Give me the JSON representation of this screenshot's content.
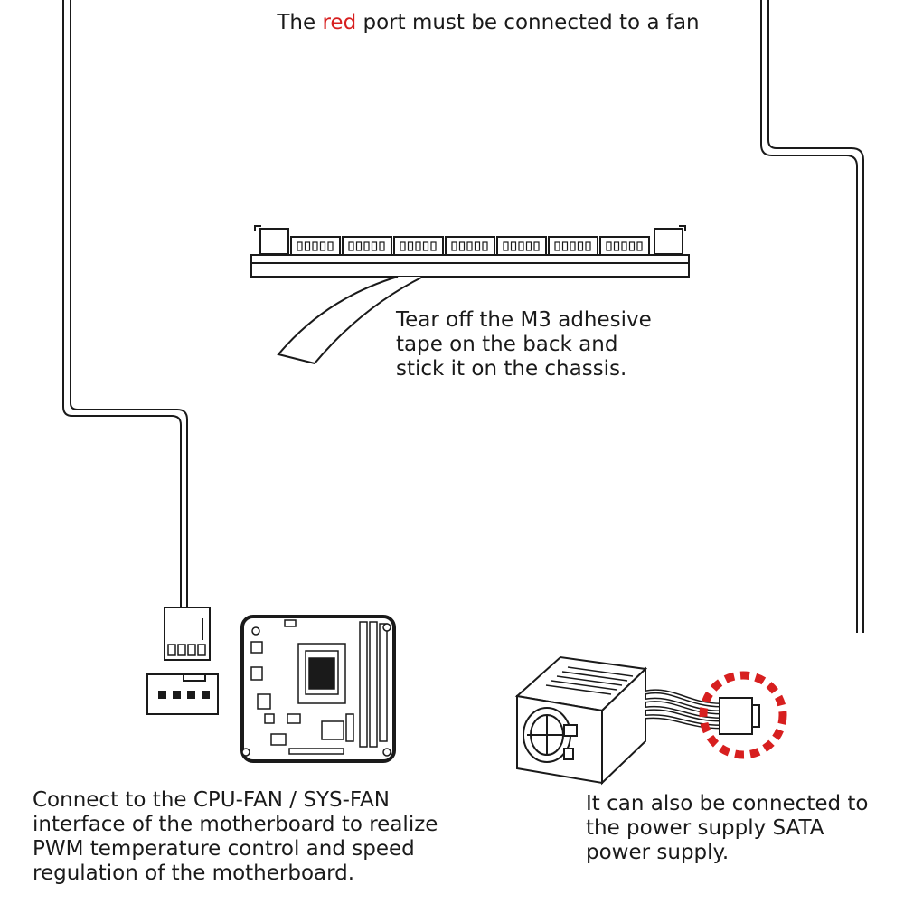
{
  "top_caption": {
    "prefix": "The",
    "highlight": "red",
    "suffix": "port must be connected to a fan"
  },
  "tape_caption": {
    "lines": [
      "Tear off the M3 adhesive",
      "tape on the back and",
      "stick it on the chassis."
    ]
  },
  "mobo_caption": {
    "lines": [
      "Connect to the CPU-FAN / SYS-FAN",
      "interface of the motherboard to realize",
      "PWM temperature control and speed",
      "regulation of the motherboard."
    ]
  },
  "psu_caption": {
    "lines": [
      "It can also be connected to",
      "the power supply SATA",
      "power supply."
    ]
  },
  "colors": {
    "highlight": "#d71f1f",
    "line": "#1a1a1a"
  }
}
